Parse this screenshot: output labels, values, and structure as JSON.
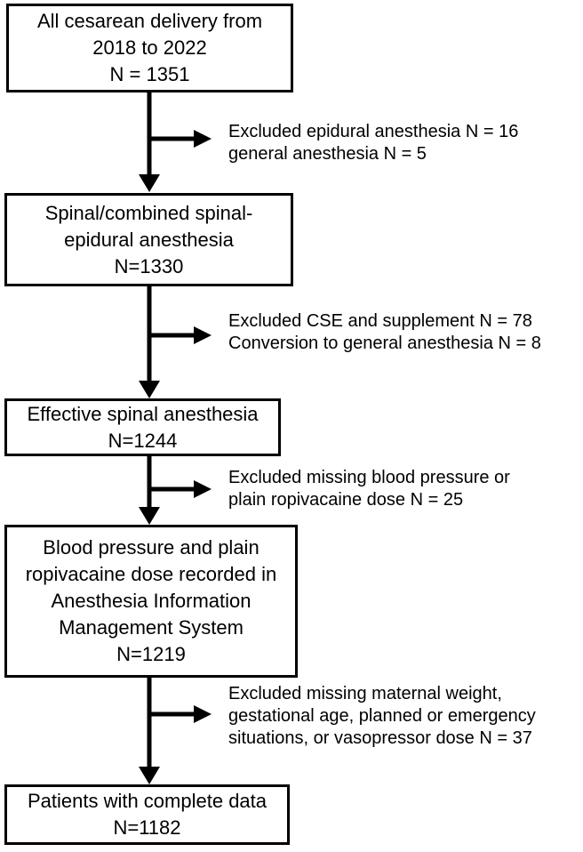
{
  "boxes": [
    {
      "lines": [
        "All cesarean delivery from",
        "2018 to 2022",
        "N = 1351"
      ]
    },
    {
      "lines": [
        "Spinal/combined spinal-",
        "epidural anesthesia",
        "N=1330"
      ]
    },
    {
      "lines": [
        "Effective spinal anesthesia",
        "N=1244"
      ]
    },
    {
      "lines": [
        "Blood pressure and plain",
        "ropivacaine dose recorded in",
        "Anesthesia Information",
        "Management System",
        "N=1219"
      ]
    },
    {
      "lines": [
        "Patients with complete data",
        "N=1182"
      ]
    }
  ],
  "exclusions": [
    {
      "lines": [
        "Excluded epidural anesthesia  N = 16",
        "general anesthesia  N = 5"
      ]
    },
    {
      "lines": [
        "Excluded CSE and supplement N = 78",
        "Conversion to general anesthesia N = 8"
      ]
    },
    {
      "lines": [
        "Excluded missing blood pressure or",
        "plain ropivacaine dose N = 25"
      ]
    },
    {
      "lines": [
        "Excluded missing  maternal weight,",
        "gestational age, planned or emergency",
        "situations, or vasopressor dose N = 37"
      ]
    }
  ]
}
